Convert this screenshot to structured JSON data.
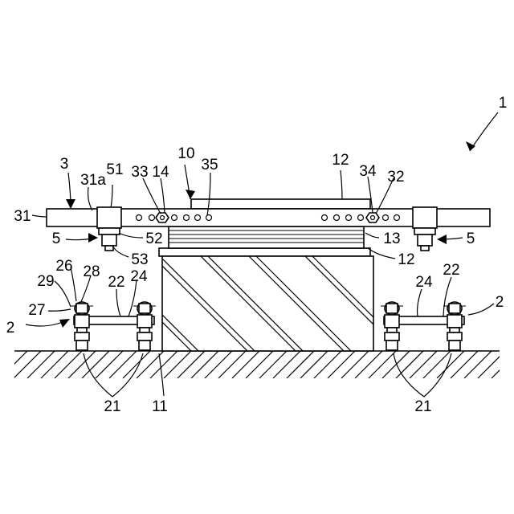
{
  "figure": {
    "labels": [
      {
        "id": "ref-1",
        "text": "1"
      },
      {
        "id": "ref-10",
        "text": "10"
      },
      {
        "id": "ref-3",
        "text": "3"
      },
      {
        "id": "ref-31a",
        "text": "31a"
      },
      {
        "id": "ref-51",
        "text": "51"
      },
      {
        "id": "ref-33",
        "text": "33"
      },
      {
        "id": "ref-14",
        "text": "14"
      },
      {
        "id": "ref-35",
        "text": "35"
      },
      {
        "id": "ref-12-top",
        "text": "12"
      },
      {
        "id": "ref-34",
        "text": "34"
      },
      {
        "id": "ref-32",
        "text": "32"
      },
      {
        "id": "ref-31",
        "text": "31"
      },
      {
        "id": "ref-5-left",
        "text": "5"
      },
      {
        "id": "ref-52",
        "text": "52"
      },
      {
        "id": "ref-53",
        "text": "53"
      },
      {
        "id": "ref-13",
        "text": "13"
      },
      {
        "id": "ref-5-right",
        "text": "5"
      },
      {
        "id": "ref-12-right",
        "text": "12"
      },
      {
        "id": "ref-26",
        "text": "26"
      },
      {
        "id": "ref-28",
        "text": "28"
      },
      {
        "id": "ref-29",
        "text": "29"
      },
      {
        "id": "ref-22-left",
        "text": "22"
      },
      {
        "id": "ref-24-left",
        "text": "24"
      },
      {
        "id": "ref-27",
        "text": "27"
      },
      {
        "id": "ref-2-left",
        "text": "2"
      },
      {
        "id": "ref-24-right",
        "text": "24"
      },
      {
        "id": "ref-22-right",
        "text": "22"
      },
      {
        "id": "ref-2-right",
        "text": "2"
      },
      {
        "id": "ref-21-left",
        "text": "21"
      },
      {
        "id": "ref-11",
        "text": "11"
      },
      {
        "id": "ref-21-right",
        "text": "21"
      }
    ]
  }
}
